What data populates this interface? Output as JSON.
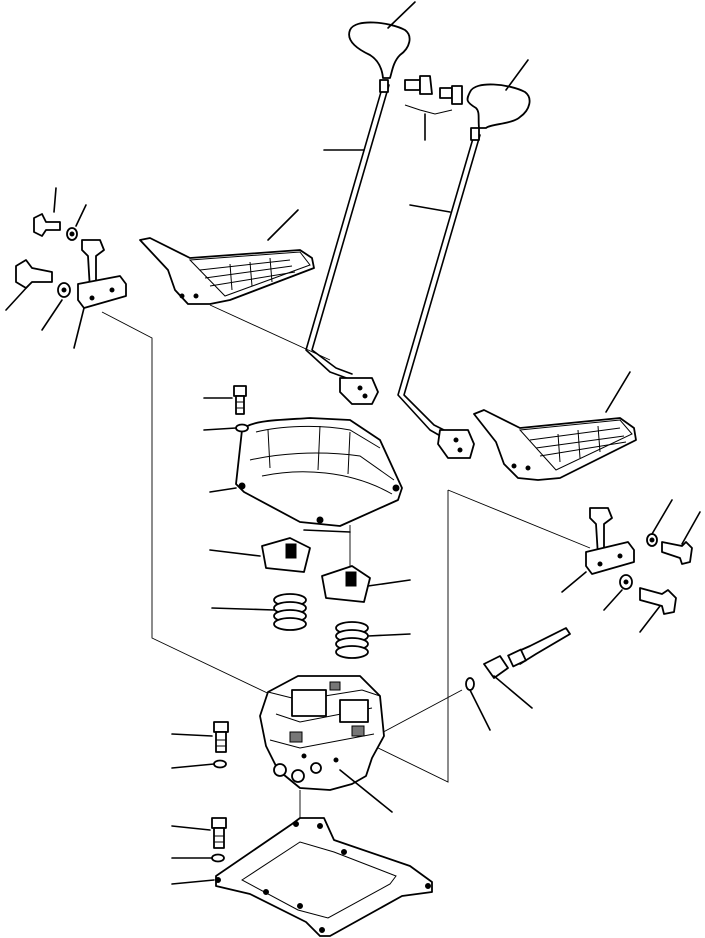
{
  "diagram": {
    "parts": [
      {
        "name": "left-lever-knob"
      },
      {
        "name": "right-lever-knob"
      },
      {
        "name": "left-lever-rod"
      },
      {
        "name": "right-lever-rod"
      },
      {
        "name": "left-pedal"
      },
      {
        "name": "right-pedal"
      },
      {
        "name": "left-bracket"
      },
      {
        "name": "right-bracket"
      },
      {
        "name": "cover"
      },
      {
        "name": "valve-body"
      },
      {
        "name": "base-plate"
      },
      {
        "name": "springs"
      },
      {
        "name": "spring-seats"
      },
      {
        "name": "fitting"
      },
      {
        "name": "bolts"
      },
      {
        "name": "washers"
      }
    ]
  }
}
